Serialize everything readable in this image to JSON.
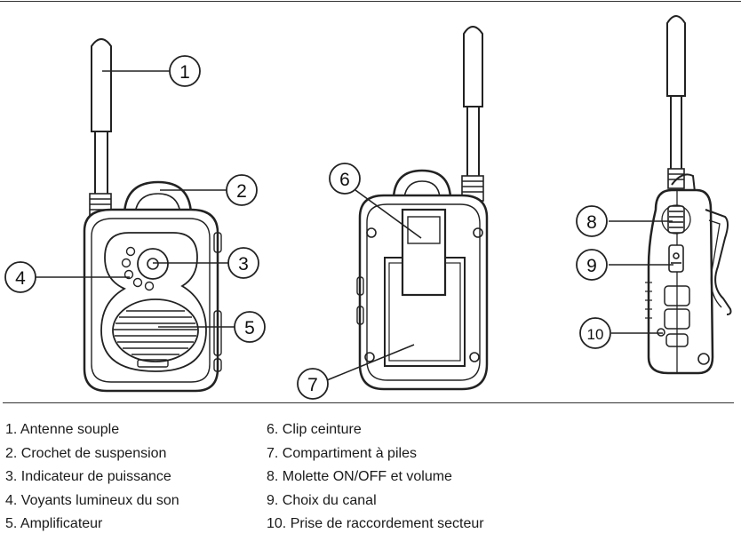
{
  "callouts": {
    "c1": "1",
    "c2": "2",
    "c3": "3",
    "c4": "4",
    "c5": "5",
    "c6": "6",
    "c7": "7",
    "c8": "8",
    "c9": "9",
    "c10": "10"
  },
  "legend": {
    "left": [
      "1. Antenne souple",
      "2. Crochet de suspension",
      "3. Indicateur de puissance",
      "4. Voyants lumineux du son",
      "5. Amplificateur"
    ],
    "right": [
      "6. Clip ceinture",
      "7. Compartiment à piles",
      "8. Molette ON/OFF et volume",
      "9. Choix du canal",
      "10. Prise de raccordement secteur"
    ]
  }
}
